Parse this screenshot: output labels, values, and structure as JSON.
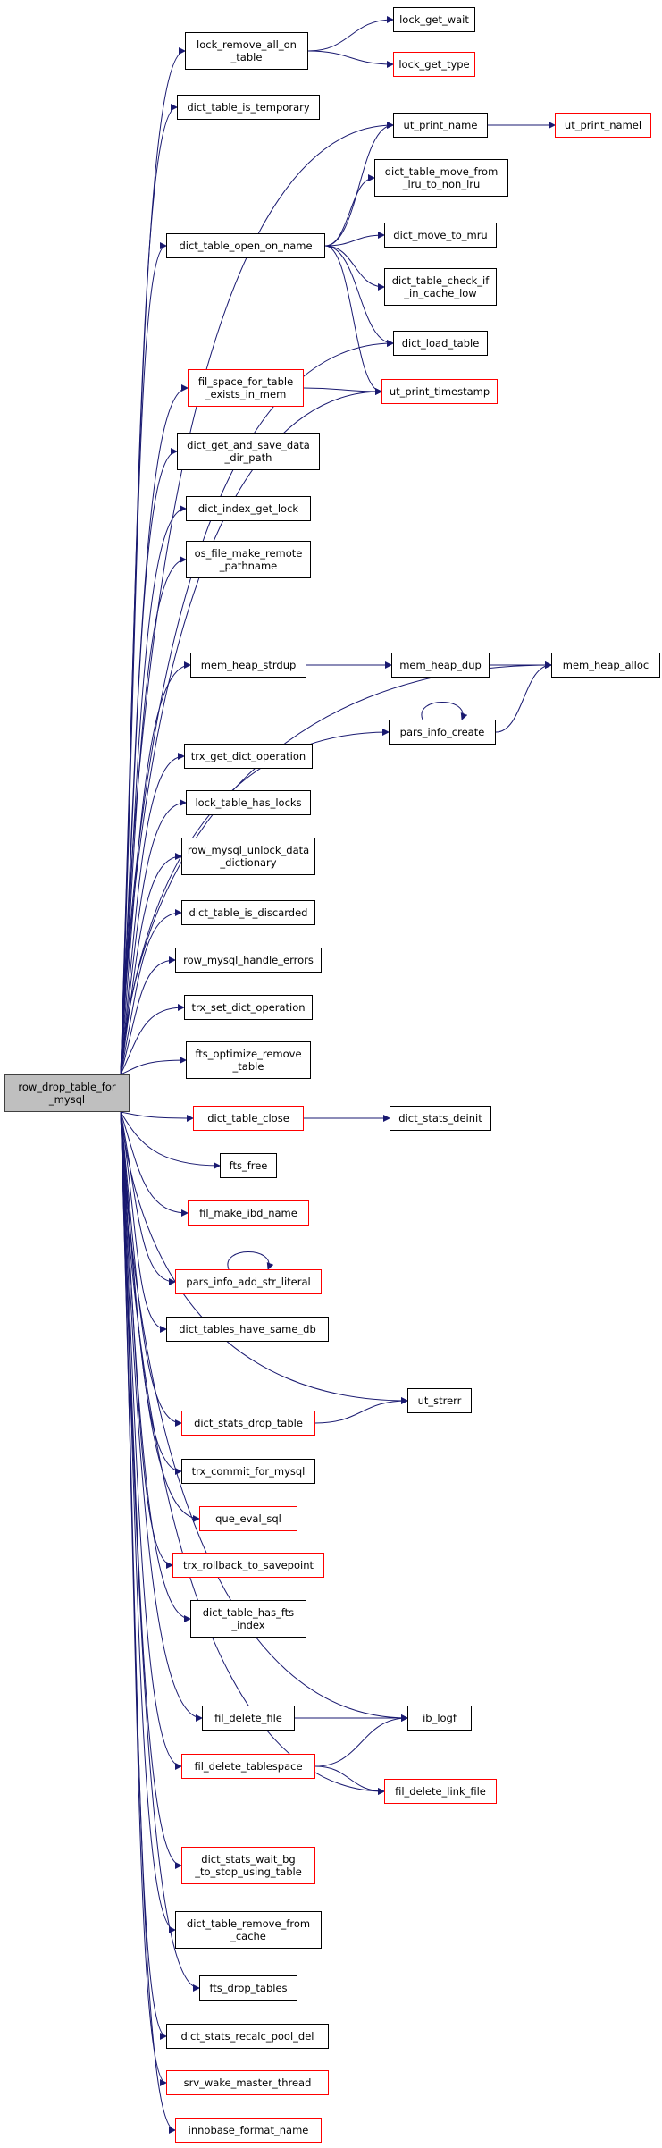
{
  "edge_color": "#191970",
  "nodes": [
    {
      "id": "row_drop_table_for_mysql",
      "label": "row_drop_table_for\n_mysql",
      "style": "root"
    },
    {
      "id": "lock_remove_all_on_table",
      "label": "lock_remove_all_on\n_table",
      "style": "black"
    },
    {
      "id": "lock_get_wait",
      "label": "lock_get_wait",
      "style": "black"
    },
    {
      "id": "lock_get_type",
      "label": "lock_get_type",
      "style": "red"
    },
    {
      "id": "dict_table_is_temporary",
      "label": "dict_table_is_temporary",
      "style": "black"
    },
    {
      "id": "ut_print_name",
      "label": "ut_print_name",
      "style": "black"
    },
    {
      "id": "ut_print_namel",
      "label": "ut_print_namel",
      "style": "red"
    },
    {
      "id": "dict_table_move_from_lru_to_non_lru",
      "label": "dict_table_move_from\n_lru_to_non_lru",
      "style": "black"
    },
    {
      "id": "dict_table_open_on_name",
      "label": "dict_table_open_on_name",
      "style": "black"
    },
    {
      "id": "dict_move_to_mru",
      "label": "dict_move_to_mru",
      "style": "black"
    },
    {
      "id": "dict_table_check_if_in_cache_low",
      "label": "dict_table_check_if\n_in_cache_low",
      "style": "black"
    },
    {
      "id": "dict_load_table",
      "label": "dict_load_table",
      "style": "black"
    },
    {
      "id": "fil_space_for_table_exists_in_mem",
      "label": "fil_space_for_table\n_exists_in_mem",
      "style": "red"
    },
    {
      "id": "ut_print_timestamp",
      "label": "ut_print_timestamp",
      "style": "red"
    },
    {
      "id": "dict_get_and_save_data_dir_path",
      "label": "dict_get_and_save_data\n_dir_path",
      "style": "black"
    },
    {
      "id": "dict_index_get_lock",
      "label": "dict_index_get_lock",
      "style": "black"
    },
    {
      "id": "os_file_make_remote_pathname",
      "label": "os_file_make_remote\n_pathname",
      "style": "black"
    },
    {
      "id": "mem_heap_strdup",
      "label": "mem_heap_strdup",
      "style": "black"
    },
    {
      "id": "mem_heap_dup",
      "label": "mem_heap_dup",
      "style": "black"
    },
    {
      "id": "mem_heap_alloc",
      "label": "mem_heap_alloc",
      "style": "black"
    },
    {
      "id": "pars_info_create",
      "label": "pars_info_create",
      "style": "black"
    },
    {
      "id": "trx_get_dict_operation",
      "label": "trx_get_dict_operation",
      "style": "black"
    },
    {
      "id": "lock_table_has_locks",
      "label": "lock_table_has_locks",
      "style": "black"
    },
    {
      "id": "row_mysql_unlock_data_dictionary",
      "label": "row_mysql_unlock_data\n_dictionary",
      "style": "black"
    },
    {
      "id": "dict_table_is_discarded",
      "label": "dict_table_is_discarded",
      "style": "black"
    },
    {
      "id": "row_mysql_handle_errors",
      "label": "row_mysql_handle_errors",
      "style": "black"
    },
    {
      "id": "trx_set_dict_operation",
      "label": "trx_set_dict_operation",
      "style": "black"
    },
    {
      "id": "fts_optimize_remove_table",
      "label": "fts_optimize_remove\n_table",
      "style": "black"
    },
    {
      "id": "dict_table_close",
      "label": "dict_table_close",
      "style": "red"
    },
    {
      "id": "dict_stats_deinit",
      "label": "dict_stats_deinit",
      "style": "black"
    },
    {
      "id": "fts_free",
      "label": "fts_free",
      "style": "black"
    },
    {
      "id": "fil_make_ibd_name",
      "label": "fil_make_ibd_name",
      "style": "red"
    },
    {
      "id": "pars_info_add_str_literal",
      "label": "pars_info_add_str_literal",
      "style": "red"
    },
    {
      "id": "dict_tables_have_same_db",
      "label": "dict_tables_have_same_db",
      "style": "black"
    },
    {
      "id": "ut_strerr",
      "label": "ut_strerr",
      "style": "black"
    },
    {
      "id": "dict_stats_drop_table",
      "label": "dict_stats_drop_table",
      "style": "red"
    },
    {
      "id": "trx_commit_for_mysql",
      "label": "trx_commit_for_mysql",
      "style": "black"
    },
    {
      "id": "que_eval_sql",
      "label": "que_eval_sql",
      "style": "red"
    },
    {
      "id": "trx_rollback_to_savepoint",
      "label": "trx_rollback_to_savepoint",
      "style": "red"
    },
    {
      "id": "dict_table_has_fts_index",
      "label": "dict_table_has_fts\n_index",
      "style": "black"
    },
    {
      "id": "fil_delete_file",
      "label": "fil_delete_file",
      "style": "black"
    },
    {
      "id": "ib_logf",
      "label": "ib_logf",
      "style": "black"
    },
    {
      "id": "fil_delete_tablespace",
      "label": "fil_delete_tablespace",
      "style": "red"
    },
    {
      "id": "fil_delete_link_file",
      "label": "fil_delete_link_file",
      "style": "red"
    },
    {
      "id": "dict_stats_wait_bg_to_stop_using_table",
      "label": "dict_stats_wait_bg\n_to_stop_using_table",
      "style": "red"
    },
    {
      "id": "dict_table_remove_from_cache",
      "label": "dict_table_remove_from\n_cache",
      "style": "black"
    },
    {
      "id": "fts_drop_tables",
      "label": "fts_drop_tables",
      "style": "black"
    },
    {
      "id": "dict_stats_recalc_pool_del",
      "label": "dict_stats_recalc_pool_del",
      "style": "black"
    },
    {
      "id": "srv_wake_master_thread",
      "label": "srv_wake_master_thread",
      "style": "red"
    },
    {
      "id": "innobase_format_name",
      "label": "innobase_format_name",
      "style": "red"
    }
  ],
  "edges": [
    [
      "row_drop_table_for_mysql",
      "lock_remove_all_on_table"
    ],
    [
      "lock_remove_all_on_table",
      "lock_get_wait"
    ],
    [
      "lock_remove_all_on_table",
      "lock_get_type"
    ],
    [
      "row_drop_table_for_mysql",
      "dict_table_is_temporary"
    ],
    [
      "row_drop_table_for_mysql",
      "ut_print_name"
    ],
    [
      "ut_print_name",
      "ut_print_namel"
    ],
    [
      "row_drop_table_for_mysql",
      "dict_table_open_on_name"
    ],
    [
      "dict_table_open_on_name",
      "ut_print_name"
    ],
    [
      "dict_table_open_on_name",
      "dict_table_move_from_lru_to_non_lru"
    ],
    [
      "dict_table_open_on_name",
      "dict_move_to_mru"
    ],
    [
      "dict_table_open_on_name",
      "dict_table_check_if_in_cache_low"
    ],
    [
      "dict_table_open_on_name",
      "dict_load_table"
    ],
    [
      "dict_table_open_on_name",
      "ut_print_timestamp"
    ],
    [
      "row_drop_table_for_mysql",
      "dict_load_table"
    ],
    [
      "row_drop_table_for_mysql",
      "fil_space_for_table_exists_in_mem"
    ],
    [
      "fil_space_for_table_exists_in_mem",
      "ut_print_timestamp"
    ],
    [
      "row_drop_table_for_mysql",
      "ut_print_timestamp"
    ],
    [
      "row_drop_table_for_mysql",
      "dict_get_and_save_data_dir_path"
    ],
    [
      "row_drop_table_for_mysql",
      "dict_index_get_lock"
    ],
    [
      "row_drop_table_for_mysql",
      "os_file_make_remote_pathname"
    ],
    [
      "row_drop_table_for_mysql",
      "mem_heap_alloc"
    ],
    [
      "row_drop_table_for_mysql",
      "mem_heap_strdup"
    ],
    [
      "mem_heap_strdup",
      "mem_heap_dup"
    ],
    [
      "mem_heap_dup",
      "mem_heap_alloc"
    ],
    [
      "row_drop_table_for_mysql",
      "pars_info_create"
    ],
    [
      "pars_info_create",
      "mem_heap_alloc"
    ],
    [
      "pars_info_create",
      "pars_info_create"
    ],
    [
      "row_drop_table_for_mysql",
      "trx_get_dict_operation"
    ],
    [
      "row_drop_table_for_mysql",
      "lock_table_has_locks"
    ],
    [
      "row_drop_table_for_mysql",
      "row_mysql_unlock_data_dictionary"
    ],
    [
      "row_drop_table_for_mysql",
      "dict_table_is_discarded"
    ],
    [
      "row_drop_table_for_mysql",
      "row_mysql_handle_errors"
    ],
    [
      "row_drop_table_for_mysql",
      "trx_set_dict_operation"
    ],
    [
      "row_drop_table_for_mysql",
      "fts_optimize_remove_table"
    ],
    [
      "row_drop_table_for_mysql",
      "dict_table_close"
    ],
    [
      "dict_table_close",
      "dict_stats_deinit"
    ],
    [
      "row_drop_table_for_mysql",
      "fts_free"
    ],
    [
      "row_drop_table_for_mysql",
      "fil_make_ibd_name"
    ],
    [
      "row_drop_table_for_mysql",
      "pars_info_add_str_literal"
    ],
    [
      "pars_info_add_str_literal",
      "pars_info_add_str_literal"
    ],
    [
      "row_drop_table_for_mysql",
      "dict_tables_have_same_db"
    ],
    [
      "row_drop_table_for_mysql",
      "ut_strerr"
    ],
    [
      "row_drop_table_for_mysql",
      "dict_stats_drop_table"
    ],
    [
      "dict_stats_drop_table",
      "ut_strerr"
    ],
    [
      "row_drop_table_for_mysql",
      "trx_commit_for_mysql"
    ],
    [
      "row_drop_table_for_mysql",
      "que_eval_sql"
    ],
    [
      "row_drop_table_for_mysql",
      "trx_rollback_to_savepoint"
    ],
    [
      "row_drop_table_for_mysql",
      "dict_table_has_fts_index"
    ],
    [
      "row_drop_table_for_mysql",
      "ib_logf"
    ],
    [
      "row_drop_table_for_mysql",
      "fil_delete_file"
    ],
    [
      "fil_delete_file",
      "ib_logf"
    ],
    [
      "row_drop_table_for_mysql",
      "fil_delete_tablespace"
    ],
    [
      "fil_delete_tablespace",
      "ib_logf"
    ],
    [
      "fil_delete_tablespace",
      "fil_delete_link_file"
    ],
    [
      "row_drop_table_for_mysql",
      "fil_delete_link_file"
    ],
    [
      "row_drop_table_for_mysql",
      "dict_stats_wait_bg_to_stop_using_table"
    ],
    [
      "row_drop_table_for_mysql",
      "dict_table_remove_from_cache"
    ],
    [
      "row_drop_table_for_mysql",
      "fts_drop_tables"
    ],
    [
      "row_drop_table_for_mysql",
      "dict_stats_recalc_pool_del"
    ],
    [
      "row_drop_table_for_mysql",
      "srv_wake_master_thread"
    ],
    [
      "row_drop_table_for_mysql",
      "innobase_format_name"
    ]
  ]
}
